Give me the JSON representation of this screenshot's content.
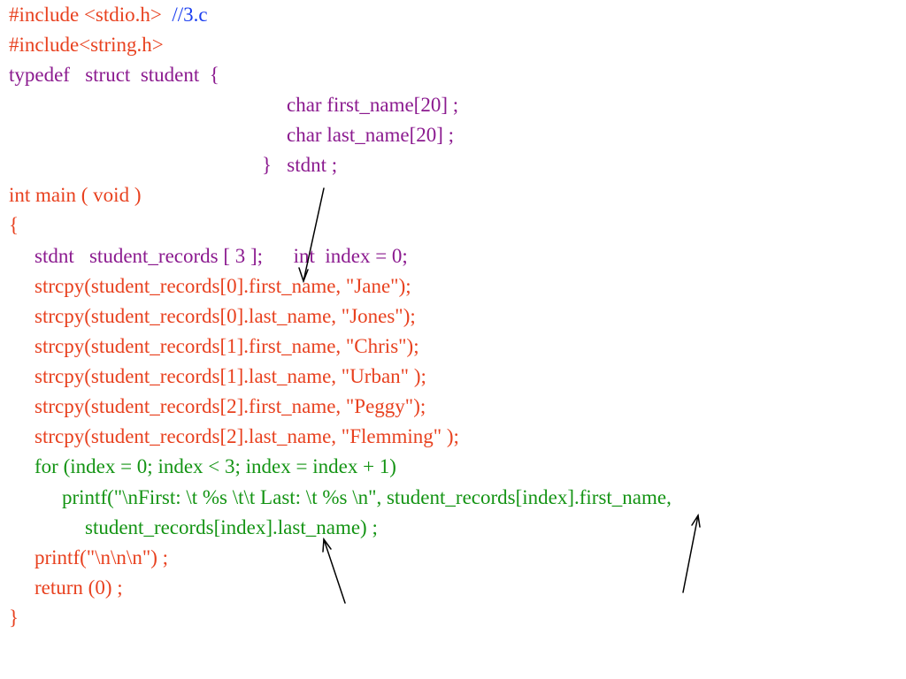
{
  "code": {
    "include_stdio": "#include <stdio.h>",
    "file_comment": "//3.c",
    "include_string": "#include<string.h>",
    "typedef_line": "typedef   struct  student  {",
    "field_first": "char first_name[20] ;",
    "field_last": "char last_name[20] ;",
    "struct_close": "}   stdnt ;",
    "main_decl": "int main ( void )",
    "open_brace": "{",
    "decl_records": "stdnt   student_records [ 3 ];",
    "decl_index": "int  index = 0;",
    "strcpy_0_first": "strcpy(student_records[0].first_name, \"Jane\");",
    "strcpy_0_last": "strcpy(student_records[0].last_name, \"Jones\");",
    "strcpy_1_first": "strcpy(student_records[1].first_name, \"Chris\");",
    "strcpy_1_last": "strcpy(student_records[1].last_name, \"Urban\" );",
    "strcpy_2_first": "strcpy(student_records[2].first_name, \"Peggy\");",
    "strcpy_2_last": "strcpy(student_records[2].last_name, \"Flemming\" );",
    "for_loop": "for (index = 0; index < 3; index = index + 1)",
    "printf_first": "printf(\"\\nFirst: \\t %s \\t\\t Last: \\t %s \\n\", student_records[index].first_name,",
    "printf_cont": "student_records[index].last_name) ;",
    "printf_newlines": "printf(\"\\n\\n\\n\") ;",
    "return_stmt": "return (0) ;",
    "close_brace": "}"
  },
  "colors": {
    "preprocessor_and_control": "#e8411f",
    "struct_and_declarations": "#8b1a8f",
    "loop_and_printf": "#149414",
    "comment": "#1a3ef0",
    "arrows": "#000000"
  }
}
